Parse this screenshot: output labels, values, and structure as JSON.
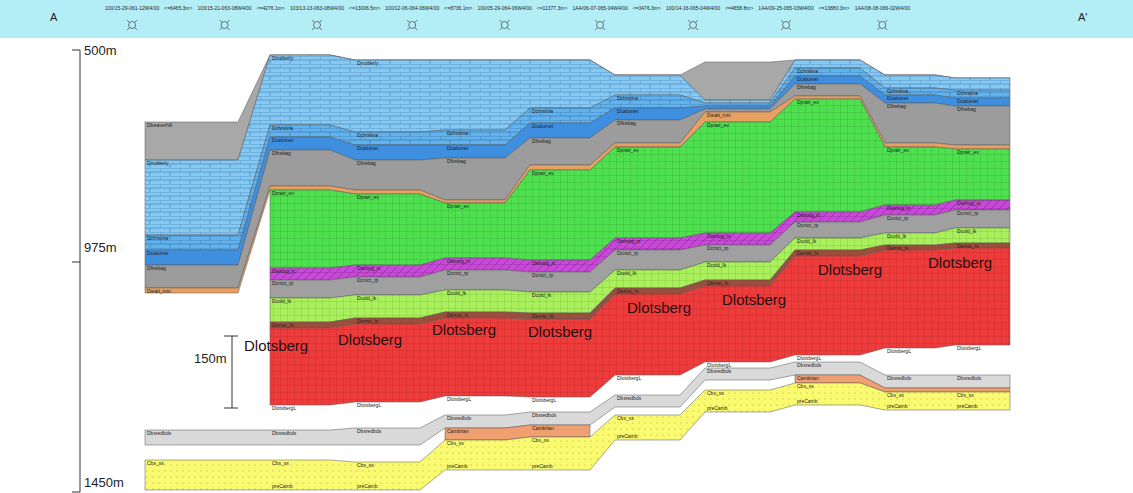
{
  "diagram": {
    "labels": [
      "A",
      "A'",
      "500m",
      "975m",
      "1450m",
      "150m",
      "100/15-29-061-12W4/00",
      "<=6465.3m>",
      "103/15-21-063-08W4/00",
      "<=4276.1m>",
      "103/13-13-063-08W4/00",
      "<=13006.5m>",
      "100/12-06-064-06W4/00",
      "<=8736.1m>",
      "100/05-29-064-06W4/00",
      "<=11377.3m>",
      "1AA/06-07-065-04W4/00",
      "<=3476.3m>",
      "100/14-16-065-04W4/00",
      "<=4658.8m>",
      "1AA/09-25-065-03W4/00",
      "<=13880.3m>",
      "1AA/08-08-066-02W4/00",
      "Dlotsberg",
      "Dlotsberg",
      "Dlotsberg",
      "Dlotsberg",
      "Dlotsberg",
      "Dlotsberg",
      "Dlotsberg",
      "Dlotsberg",
      "Dbeaverhill",
      "Dmoberly",
      "Dchrstina",
      "Dcalumet",
      "Dfirebag",
      "Dwatt_mtn",
      "Dbsredbds",
      "Cbs_ss",
      "Dmoberly",
      "Dchrstina",
      "Dcalumet",
      "Dfirebag",
      "Dprair_ev",
      "Dwinog_rc",
      "Dcntct_rp",
      "Dcold_lk",
      "Dernst_fs",
      "DlotsbergL",
      "Dbsredbds",
      "Cbs_ss",
      "preCamb",
      "Dmoberly",
      "Dchrstina",
      "Dcalumet",
      "Dfirebag",
      "Dprair_ev",
      "Dwinog_rc",
      "Dcntct_rp",
      "Dcold_lk",
      "Dernst_fs",
      "DlotsbergL",
      "Dbsredbds",
      "Cbs_ss",
      "preCamb",
      "Dchrstina",
      "Dcalumet",
      "Dfirebag",
      "Dprair_ev",
      "Dwinog_rc",
      "Dcntct_rp",
      "Dcold_lk",
      "Dernst_fs",
      "DlotsbergL",
      "Dbsredbds",
      "Cambrian",
      "Cbs_ss",
      "preCamb",
      "Dchrstina",
      "Dcalumet",
      "Dfirebag",
      "Dprair_ev",
      "Dwinog_rc",
      "Dcntct_rp",
      "Dcold_lk",
      "Dernst_fs",
      "DlotsbergL",
      "Dbsredbds",
      "Cambrian",
      "Cbs_ss",
      "preCamb",
      "Dchrstina",
      "Dcalumet",
      "Dfirebag",
      "Dprair_ev",
      "Dwinog_rc",
      "Dcntct_rp",
      "Dcold_lk",
      "Dernst_fs",
      "DlotsbergL",
      "Dbsredbds",
      "Cbs_ss",
      "preCamb",
      "Dwatt_mtn",
      "Dprair_ev",
      "Dwinog_rc",
      "Dcntct_rp",
      "Dcold_lk",
      "Dernst_fs",
      "DlotsbergL",
      "Dbsredbds",
      "Cbs_ss",
      "preCamb",
      "Dchrstina",
      "Dcalumet",
      "Dfirebag",
      "Dprair_ev",
      "Dwinog_rc",
      "Dcntct_rp",
      "Dcold_lk",
      "Dernst_fs",
      "DlotsbergL",
      "Dbsredbds",
      "Cambrian",
      "Cbs_ss",
      "preCamb",
      "Dchrstina",
      "Dcalumet",
      "Dfirebag",
      "Dprair_ev",
      "Dwinog_rc",
      "Dcntct_rp",
      "Dcold_lk",
      "Dernst_fs",
      "DlotsbergL",
      "Dbsredbds",
      "Cbs_ss",
      "preCamb",
      "Dchrstina",
      "Dcalumet",
      "Dfirebag",
      "Dprair_ev",
      "Dwinog_rc",
      "Dcntct_rp",
      "Dcold_lk",
      "Dernst_fs",
      "DlotsbergL",
      "Dbsredbds",
      "Cbs_ss",
      "preCamb"
    ]
  }
}
